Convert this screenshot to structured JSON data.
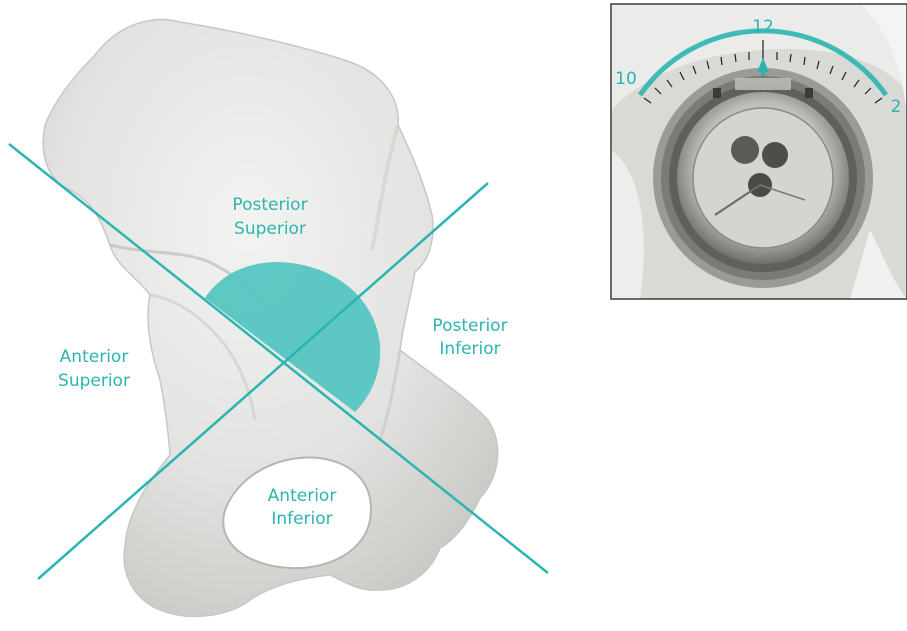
{
  "colors": {
    "accent": "#2bb5b1",
    "fill": "#55c5c1",
    "bone": "#e6e6e4",
    "bone_shadow": "#bdbdba",
    "frame": "#3a3a3a"
  },
  "quadrants": {
    "posterior_superior": [
      "Posterior",
      "Superior"
    ],
    "posterior_inferior": [
      "Posterior",
      "Inferior"
    ],
    "anterior_superior": [
      "Anterior",
      "Superior"
    ],
    "anterior_inferior": [
      "Anterior",
      "Inferior"
    ]
  },
  "clock": {
    "top": "12",
    "left": "10",
    "right": "2"
  }
}
